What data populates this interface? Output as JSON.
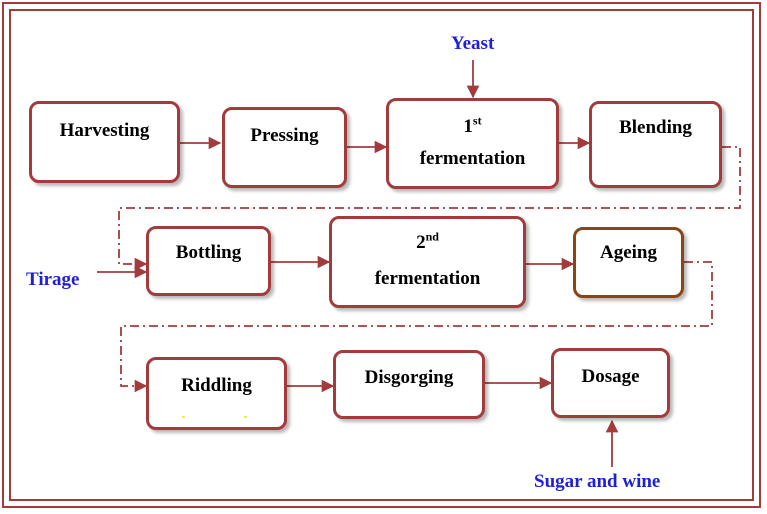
{
  "steps": {
    "harvesting": "Harvesting",
    "pressing": "Pressing",
    "fermentation1_num": "1",
    "fermentation1_sup": "st",
    "fermentation1_text": "fermentation",
    "blending": "Blending",
    "bottling": "Bottling",
    "fermentation2_num": "2",
    "fermentation2_sup": "nd",
    "fermentation2_text": "fermentation",
    "ageing": "Ageing",
    "riddling": "Riddling",
    "disgorging": "Disgorging",
    "dosage": "Dosage"
  },
  "inputs": {
    "yeast": "Yeast",
    "tirage": "Tirage",
    "sugar_wine": "Sugar and wine"
  },
  "colors": {
    "border": "#a23b3b",
    "ageing_border": "#8b4513",
    "input_text": "#1f1fd8"
  }
}
